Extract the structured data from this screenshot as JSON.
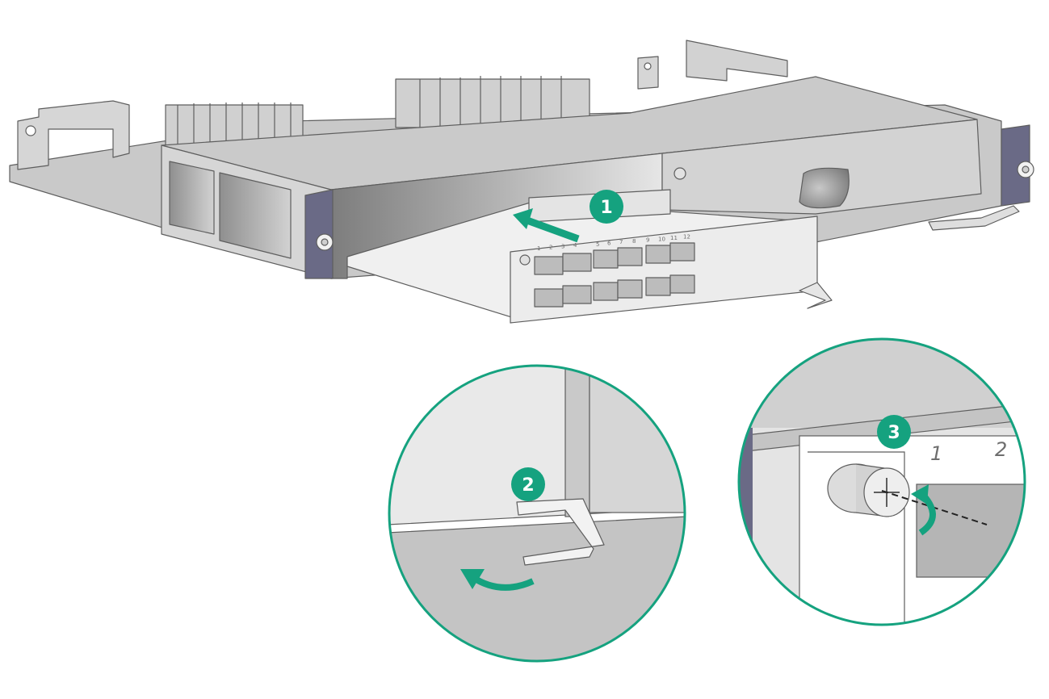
{
  "steps": [
    {
      "number": "1"
    },
    {
      "number": "2"
    },
    {
      "number": "3"
    }
  ],
  "port_labels": [
    "1",
    "2",
    "3",
    "4",
    "5",
    "6",
    "7",
    "8",
    "9",
    "10",
    "11",
    "12"
  ],
  "zoom_port_labels": [
    "1",
    "2"
  ],
  "colors": {
    "accent": "#15a27f",
    "callout_ring": "#15a27f",
    "chassis_light": "#d4d4d4",
    "chassis_mid": "#c2c2c2",
    "chassis_dark": "#9a9a9a",
    "rail_purple": "#6a6a86",
    "outline": "#5e5e5e"
  }
}
